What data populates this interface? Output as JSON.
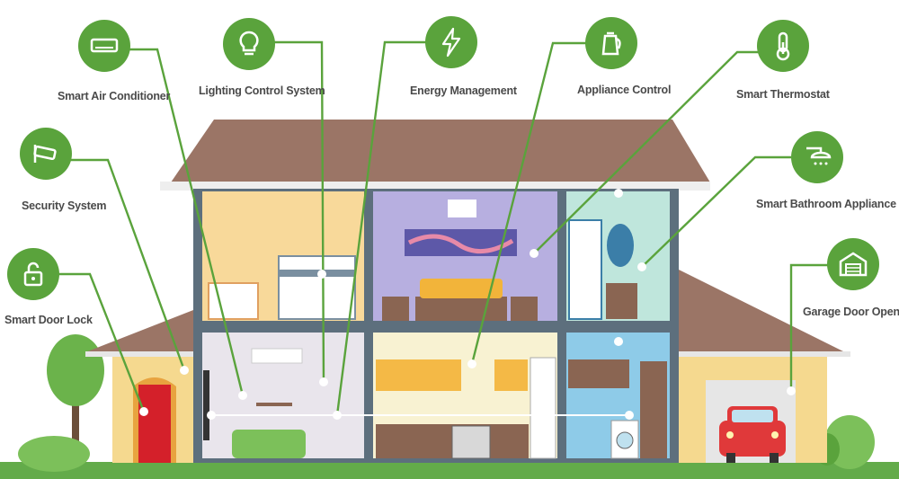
{
  "features": [
    {
      "id": "ac",
      "label": "Smart Air Conditioner",
      "icon": "air-conditioner-icon"
    },
    {
      "id": "lighting",
      "label": "Lighting Control System",
      "icon": "light-bulb-icon"
    },
    {
      "id": "energy",
      "label": "Energy Management",
      "icon": "lightning-bolt-icon"
    },
    {
      "id": "appliance",
      "label": "Appliance Control",
      "icon": "kettle-icon"
    },
    {
      "id": "thermostat",
      "label": "Smart Thermostat",
      "icon": "thermometer-icon"
    },
    {
      "id": "security",
      "label": "Security System",
      "icon": "security-camera-icon"
    },
    {
      "id": "bathroom",
      "label": "Smart Bathroom Appliance",
      "icon": "shower-head-icon"
    },
    {
      "id": "doorlock",
      "label": "Smart Door Lock",
      "icon": "padlock-icon"
    },
    {
      "id": "garage",
      "label": "Garage Door Opener",
      "icon": "garage-icon"
    }
  ],
  "colors": {
    "accent_green": "#5aa33c",
    "roof_brown": "#9b7566",
    "wall_frame": "#5d6f7d",
    "ground": "#63ab4a"
  }
}
